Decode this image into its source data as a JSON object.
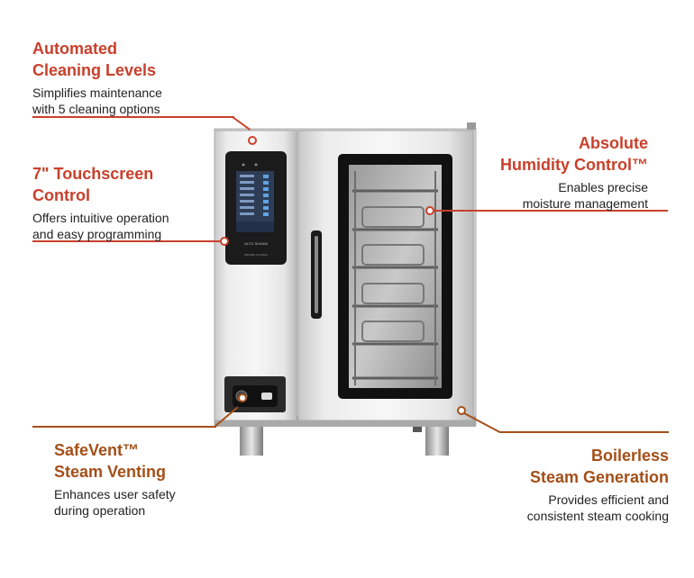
{
  "features": {
    "cleaning": {
      "title_line1": "Automated",
      "title_line2": "Cleaning Levels",
      "desc_line1": "Simplifies maintenance",
      "desc_line2": "with 5 cleaning options"
    },
    "touchscreen": {
      "title_line1": "7\" Touchscreen",
      "title_line2": "Control",
      "desc_line1": "Offers intuitive operation",
      "desc_line2": "and easy programming"
    },
    "humidity": {
      "title_line1": "Absolute",
      "title_line2": "Humidity Control™",
      "desc_line1": "Enables precise",
      "desc_line2": "moisture management"
    },
    "safevent": {
      "title_line1": "SafeVent™",
      "title_line2": "Steam Venting",
      "desc_line1": "Enhances user safety",
      "desc_line2": "during operation"
    },
    "boilerless": {
      "title_line1": "Boilerless",
      "title_line2": "Steam Generation",
      "desc_line1": "Provides efficient and",
      "desc_line2": "consistent steam cooking"
    }
  },
  "colors": {
    "accent_red": "#c9402b",
    "accent_brown": "#a44f18",
    "steel": "#d8d8d8"
  },
  "screen": {
    "brand": "ALTO-SHAAM",
    "model": "PROPEL CLASSIC"
  }
}
